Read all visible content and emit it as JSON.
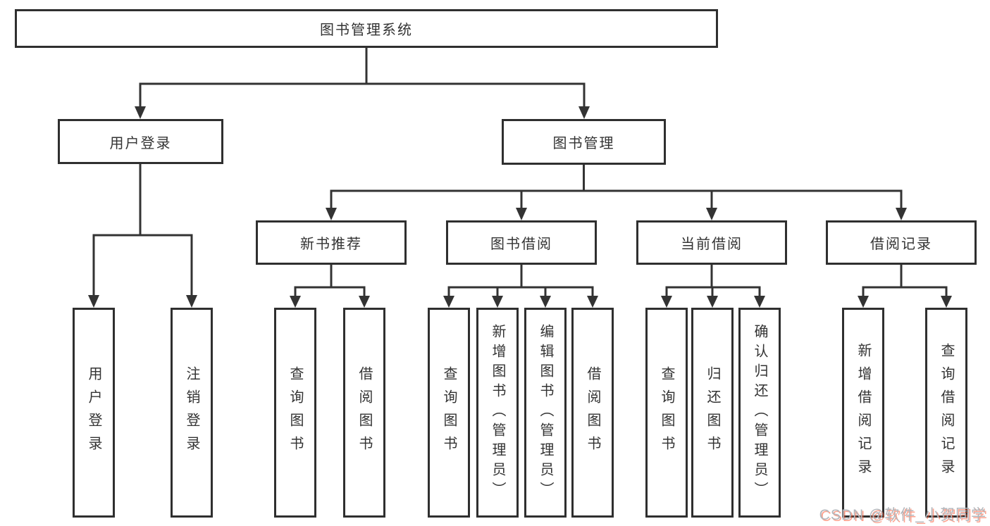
{
  "nodes": {
    "root": "图书管理系统",
    "user_login": "用户登录",
    "book_mgmt": "图书管理",
    "new_book": "新书推荐",
    "book_borrow": "图书借阅",
    "current_borrow": "当前借阅",
    "borrow_record": "借阅记录",
    "leaf_user_login": "用户登录",
    "leaf_logout": "注销登录",
    "nb_query": "查询图书",
    "nb_borrow": "借阅图书",
    "bb_query": "查询图书",
    "bb_add": "新增图书（管理员）",
    "bb_edit": "编辑图书（管理员）",
    "bb_borrow": "借阅图书",
    "cb_query": "查询图书",
    "cb_return": "归还图书",
    "cb_confirm": "确认归还（管理员）",
    "br_add": "新增借阅记录",
    "br_query": "查询借阅记录"
  },
  "watermark": "CSDN @软件_小贺同学",
  "colors": {
    "line": "#333333",
    "box_border": "#2f2f2f",
    "text": "#333333",
    "background": "#ffffff",
    "watermark_text": "#b3b7bc",
    "watermark_shadow": "#fc5531"
  }
}
